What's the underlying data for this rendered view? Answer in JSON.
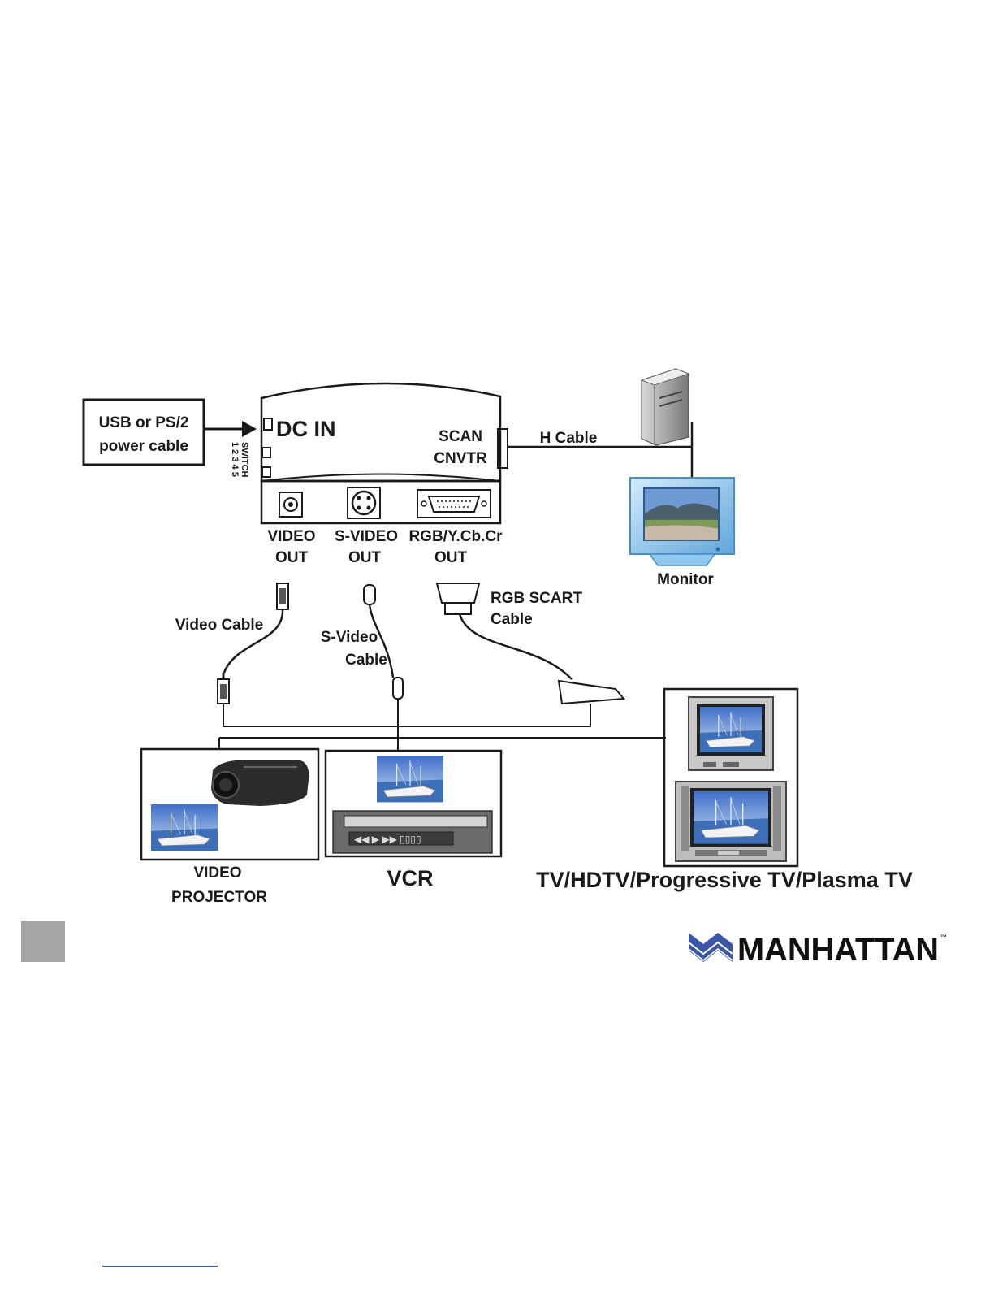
{
  "labels": {
    "power_source": [
      "USB or PS/2",
      "power cable"
    ],
    "dc_in": "DC IN",
    "switch_numbers": "1 2 3 4 5",
    "switch_label": "SWITCH",
    "scan_converter": [
      "SCAN",
      "CNVTR"
    ],
    "h_cable": "H Cable",
    "monitor": "Monitor",
    "video_out": [
      "VIDEO",
      "OUT"
    ],
    "svideo_out": [
      "S-VIDEO",
      "OUT"
    ],
    "rgb_out": [
      "RGB/Y.Cb.Cr",
      "OUT"
    ],
    "video_cable": "Video Cable",
    "svideo_cable": [
      "S-Video",
      "Cable"
    ],
    "rgb_scart_cable": [
      "RGB SCART",
      "Cable"
    ],
    "projector": [
      "VIDEO",
      "PROJECTOR"
    ],
    "vcr": "VCR",
    "tv": "TV/HDTV/Progressive TV/Plasma TV"
  },
  "logo": {
    "text": "MANHATTAN",
    "trademark": "™",
    "accent_color": "#3b55a8"
  },
  "colors": {
    "line": "#1a1a1a",
    "badge": "#a6a6a6",
    "sky": "#6f9ad4",
    "water": "#3d6fb8",
    "monitor_frame": "#8fc8ee"
  }
}
